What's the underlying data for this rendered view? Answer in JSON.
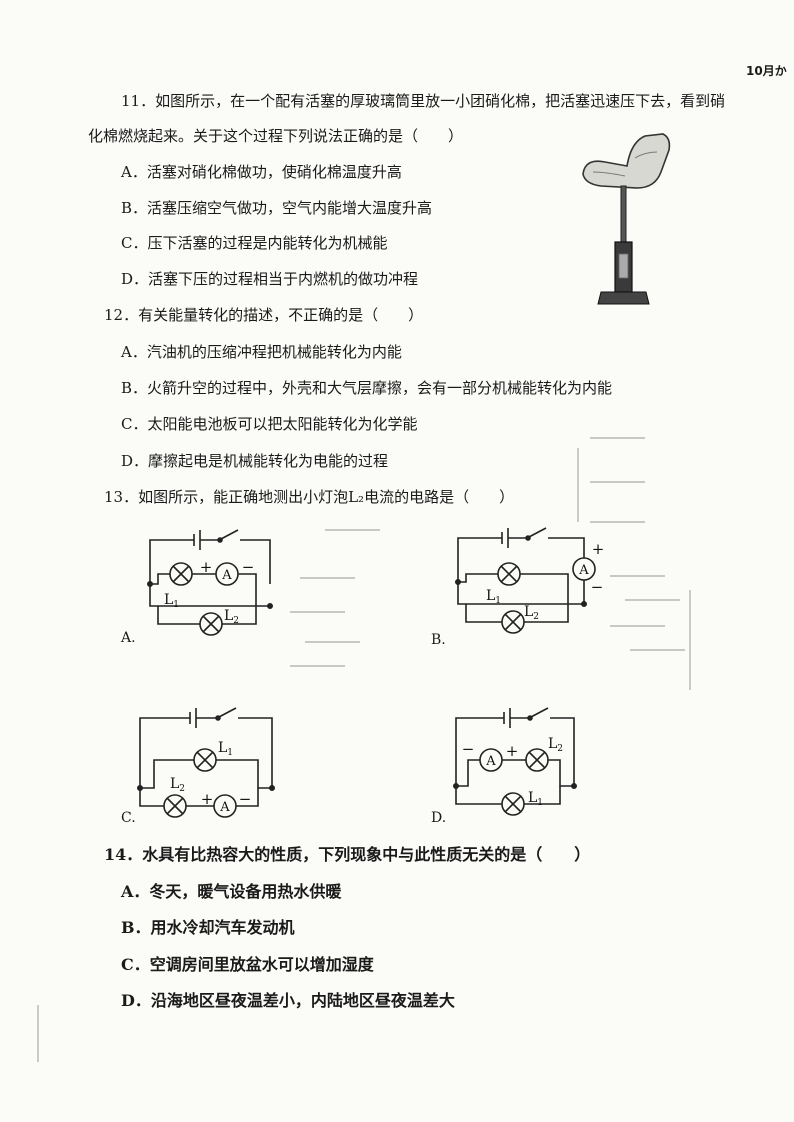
{
  "header": {
    "corner_text": "10月か"
  },
  "q11": {
    "stem_line1": "11．如图所示，在一个配有活塞的厚玻璃筒里放一小团硝化棉，把活塞迅速压下去，看到硝",
    "stem_line2": "化棉燃烧起来。关于这个过程下列说法正确的是（　　）",
    "options": [
      "A．活塞对硝化棉做功，使硝化棉温度升高",
      "B．活塞压缩空气做功，空气内能增大温度升高",
      "C．压下活塞的过程是内能转化为机械能",
      "D．活塞下压的过程相当于内燃机的做功冲程"
    ]
  },
  "q12": {
    "stem": "12．有关能量转化的描述，不正确的是（　　）",
    "options": [
      "A．汽油机的压缩冲程把机械能转化为内能",
      "B．火箭升空的过程中，外壳和大气层摩擦，会有一部分机械能转化为内能",
      "C．太阳能电池板可以把太阳能转化为化学能",
      "D．摩擦起电是机械能转化为电能的过程"
    ]
  },
  "q13": {
    "stem": "13．如图所示，能正确地测出小灯泡L₂电流的电路是（　　）",
    "option_labels": [
      "A.",
      "B.",
      "C.",
      "D."
    ],
    "symbols": {
      "ammeter": "A",
      "plus": "+",
      "minus": "−",
      "lamp1": "L",
      "lamp2": "L",
      "sub1": "1",
      "sub2": "2"
    }
  },
  "q14": {
    "stem": "14．水具有比热容大的性质，下列现象中与此性质无关的是（　　）",
    "options": [
      "A．冬天，暖气设备用热水供暖",
      "B．用水冷却汽车发动机",
      "C．空调房间里放盆水可以增加湿度",
      "D．沿海地区昼夜温差小，内陆地区昼夜温差大"
    ]
  }
}
